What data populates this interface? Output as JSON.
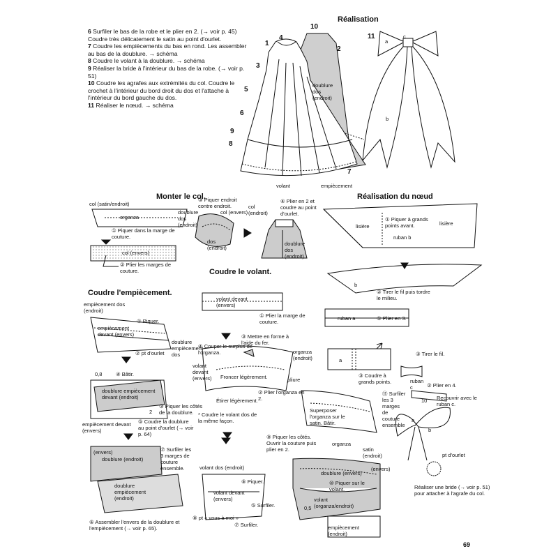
{
  "headings": {
    "realisation": "Réalisation",
    "monter_col": "Monter le col.",
    "realisation_noeud": "Réalisation du nœud",
    "coudre_volant": "Coudre le volant.",
    "coudre_empiecement": "Coudre l'empiècement."
  },
  "steps": [
    {
      "num": "6",
      "text": "Surfiler le bas de la robe et le plier en 2. (→ voir p. 45) Coudre très délicatement le satin au point d'ourlet."
    },
    {
      "num": "7",
      "text": "Coudre les empiècements du bas en rond. Les assembler au bas de la doublure. → schéma"
    },
    {
      "num": "8",
      "text": "Coudre le volant à la doublure. → schéma"
    },
    {
      "num": "9",
      "text": "Réaliser la bride à l'intérieur du bas de la robe. (→ voir p. 51)"
    },
    {
      "num": "10",
      "text": "Coudre les agrafes aux extrémités du col. Coudre le crochet à l'intérieur du bord droit du dos et l'attache à l'intérieur du bord gauche du dos."
    },
    {
      "num": "11",
      "text": "Réaliser le nœud. → schéma"
    }
  ],
  "dress_labels": {
    "n1": "1",
    "n2": "2",
    "n3": "3",
    "n4": "4",
    "n5": "5",
    "n6": "6",
    "n7": "7",
    "n8": "8",
    "n9": "9",
    "n10": "10",
    "n11": "11",
    "doublure_dos": "doublure dos (endroit)",
    "volant": "volant",
    "empiecement": "empiècement",
    "bow_a": "a",
    "bow_b": "b",
    "bow_c": "c"
  },
  "col": {
    "col_satin": "col (satin/endroit)",
    "organza": "organza",
    "s1": "① Piquer dans la marge de couture.",
    "col_envers": "col (envers)",
    "s2": "② Plier les marges de couture.",
    "doublure_dos": "doublure dos (endroit)",
    "s3": "③ Piquer endroit contre endroit.",
    "col_envers2": "col (envers)",
    "dos": "dos (endroit)",
    "col_endroit": "col (endroit)",
    "s4": "④ Plier en 2 et coudre au point d'ourlet.",
    "doublure_dos2": "doublure dos (endroit)"
  },
  "noeud": {
    "lisiere1": "lisière",
    "lisiere2": "lisière",
    "s1": "① Piquer à grands points avant.",
    "ruban_b": "ruban b",
    "b": "b",
    "s2": "② Tirer le fil puis tordre le milieu.",
    "ruban_a": "ruban a",
    "s1b": "① Plier en 3.",
    "a": "a",
    "s3": "③ Coudre à grands points.",
    "s3b": "③ Tirer le fil.",
    "ruban_c": "ruban c",
    "s2b": "② Plier en 4.",
    "s10": "10",
    "recouvrir": "Recouvrir avec le ruban c.",
    "a2": "a",
    "b2": "b",
    "pt_ourlet": "pt d'ourlet",
    "bride": "Réaliser une bride (→ voir p. 51) pour attacher à l'agrafe du col."
  },
  "volant": {
    "volant_devant": "volant devant (envers)",
    "s1": "① Plier la marge de couture.",
    "s3": "③ Mettre en forme à l'aide du fer.",
    "s4": "④ Couper le surplus de l'organza.",
    "organza": "organza (endroit)",
    "volant_devant2": "volant devant (envers)",
    "froncer": "Froncer légèrement.",
    "pliure": "pliure",
    "etirer": "Étirer légèrement.",
    "s2": "② Plier l'organza en 2.",
    "note": "* Coudre le volant dos de la même façon."
  },
  "empiecement": {
    "emp_dos": "empiècement dos (endroit)",
    "s1": "① Piquer.",
    "emp_devant": "empiècement devant (envers)",
    "s2": "② pt d'ourlet",
    "doublure_emp": "doublure empiècement dos",
    "measure": "0,8",
    "s4": "④ Bâtir.",
    "doublure_emp_dev": "doublure empiècement devant (endroit)",
    "two": "2",
    "s3": "③ Piquer les côtés de la doublure.",
    "emp_devant2": "empiècement devant (envers)",
    "s5": "⑤ Coudre la doublure au point d'ourlet (→ voir p. 64)",
    "envers": "(envers)",
    "doublure_endroit": "doublure (endroit)",
    "s7": "⑦ Surfiler les 3 marges de couture ensemble.",
    "doublure_emp3": "doublure empiècement (endroit)",
    "s6": "⑥ Assembler l'envers de la doublure et l'empiècement (→ voir p. 65)."
  },
  "assemble": {
    "volant_dos": "volant dos (endroit)",
    "s6": "⑥ Piquer.",
    "volant_devant": "volant devant (envers)",
    "s5": "⑤ Surfiler.",
    "s8": "⑧ pt « vous à moi »",
    "s7": "⑦ Surfiler.",
    "superposer": "Superposer l'organza sur le satin. Bâtir.",
    "s11": "⑪ Surfiler les 3 marges de couture ensemble",
    "s9": "⑨ Piquer les côtés. Ouvrir la couture puis plier en 2.",
    "organza": "organza",
    "satin": "satin (endroit)",
    "doublure_envers": "doublure (envers)",
    "s10": "⑩ Piquer sur le volant.",
    "measure": "0,5",
    "volant_org": "volant (organza/endroit)",
    "envers": "(envers)",
    "emp_endroit": "empiècement (endroit)"
  },
  "page_number": "69"
}
